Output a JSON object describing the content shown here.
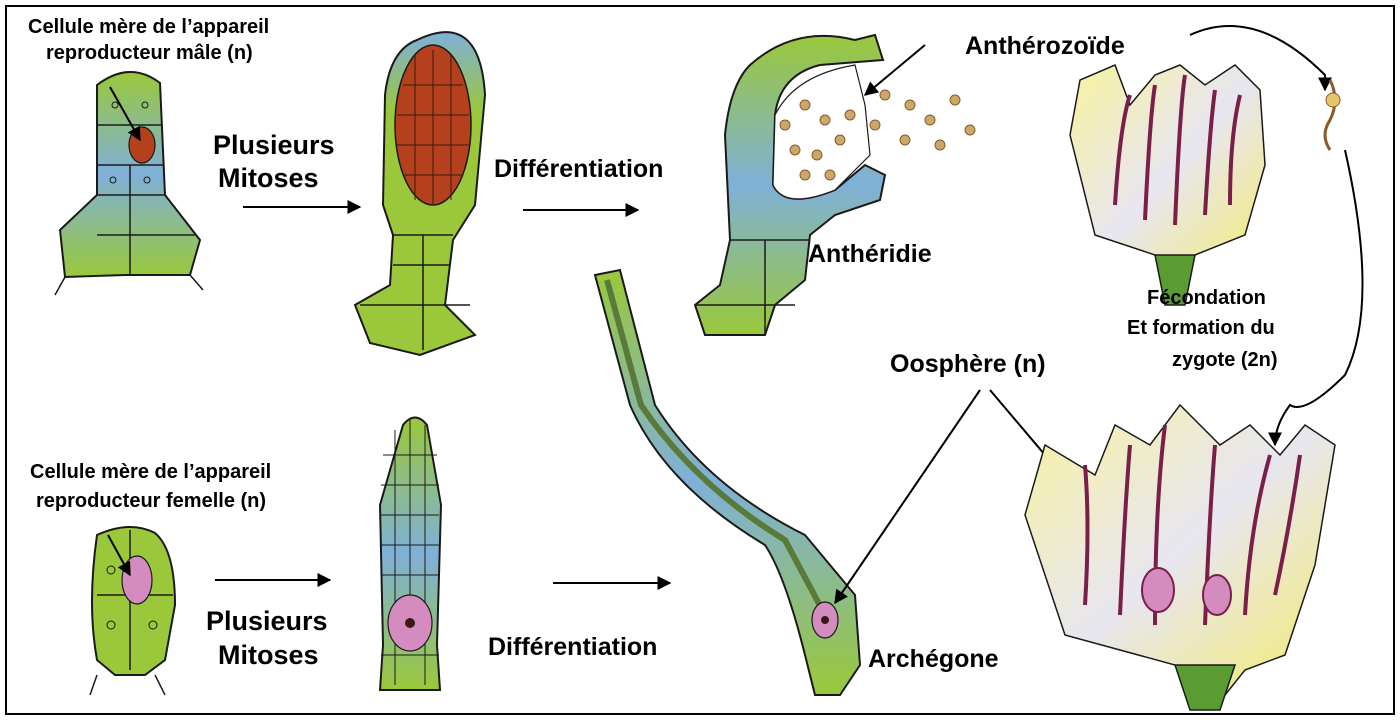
{
  "labels": {
    "male_mother_cell_1": "Cellule mère de l’appareil",
    "male_mother_cell_2": "reproducteur mâle (n)",
    "female_mother_cell_1": "Cellule mère de l’appareil",
    "female_mother_cell_2": "reproducteur femelle (n)",
    "mitoses_top_1": "Plusieurs",
    "mitoses_top_2": "Mitoses",
    "mitoses_bottom_1": "Plusieurs",
    "mitoses_bottom_2": "Mitoses",
    "differentiation_top": "Différentiation",
    "differentiation_bottom": "Différentiation",
    "antheridium": "Anthéridie",
    "antherozoid": "Anthérozoïde",
    "archegonium": "Archégone",
    "oosphere": "Oosphère (n)",
    "fertilization_1": "Fécondation",
    "fertilization_2": "Et formation du",
    "fertilization_3": "zygote (2n)"
  },
  "colors": {
    "cell_green": "#9ac83a",
    "cell_blue": "#7fb0d8",
    "sperm_mass": "#b5401c",
    "egg_pink": "#d48cc0",
    "stem_green": "#5a9c32",
    "leaf_yellow": "#f3ec6a",
    "leaf_purple": "#7a1f4a",
    "outline": "#1a1a1a"
  }
}
